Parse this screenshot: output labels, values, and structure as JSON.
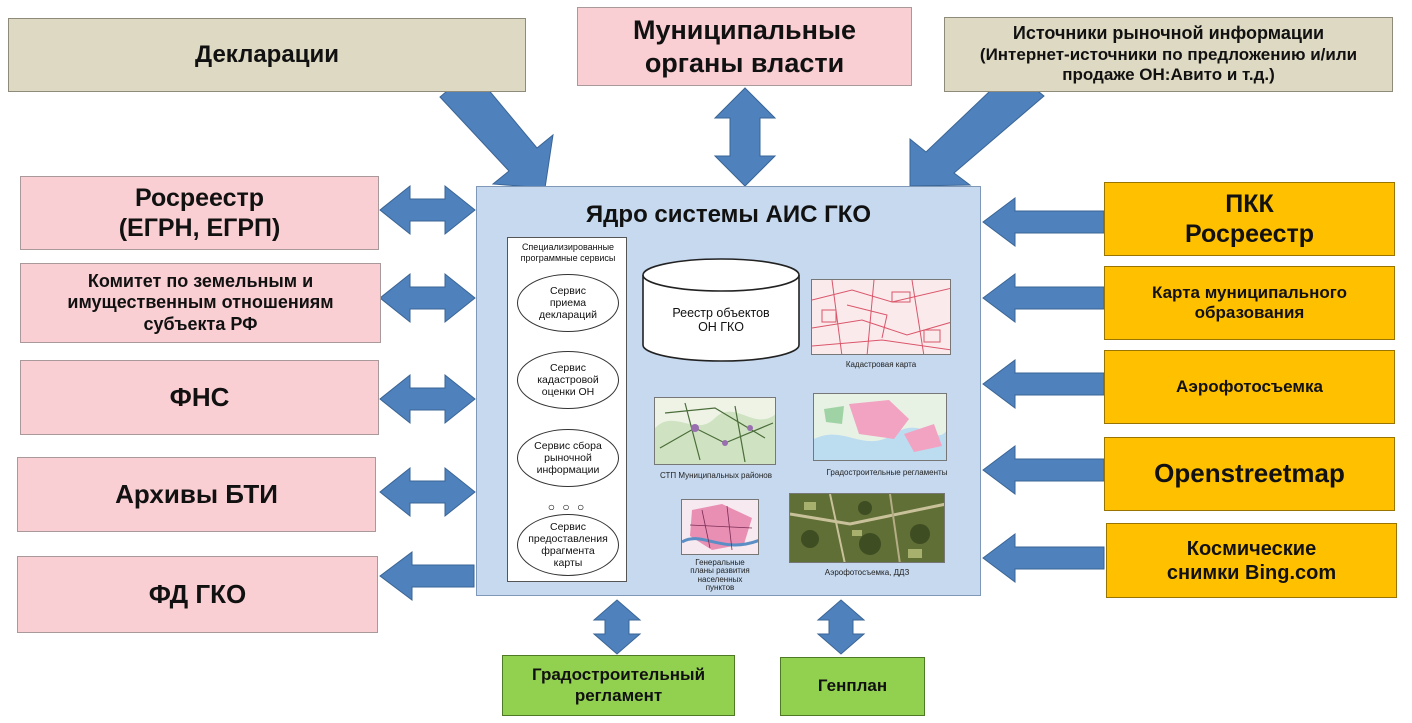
{
  "top": {
    "declarations": "Декларации",
    "municipal": [
      "Муниципальные",
      "органы власти"
    ],
    "market": [
      "Источники рыночной информации",
      "(Интернет-источники по предложению и/или",
      "продаже ОН:Авито и т.д.)"
    ]
  },
  "left": {
    "rosreestr": [
      "Росреестр",
      "(ЕГРН, ЕГРП)"
    ],
    "committee": [
      "Комитет по земельным и",
      "имущественным отношениям",
      "субъекта РФ"
    ],
    "fns": "ФНС",
    "bti": "Архивы БТИ",
    "fdgko": "ФД ГКО"
  },
  "right": {
    "pkk": [
      "ПКК",
      "Росреестр"
    ],
    "municipal_map": [
      "Карта муниципального",
      "образования"
    ],
    "aerial": "Аэрофотосъемка",
    "osm": "Openstreetmap",
    "bing": [
      "Космические",
      "снимки Bing.com"
    ]
  },
  "bottom": {
    "urban_reg": [
      "Градостроительный",
      "регламент"
    ],
    "genplan": "Генплан"
  },
  "core": {
    "title": "Ядро системы АИС ГКО",
    "services_title": [
      "Специализированные",
      "программные сервисы"
    ],
    "services": [
      [
        "Сервис",
        "приема",
        "деклараций"
      ],
      [
        "Сервис",
        "кадастровой",
        "оценки ОН"
      ],
      [
        "Сервис сбора",
        "рыночной",
        "информации"
      ],
      [
        "Сервис",
        "предоставления",
        "фрагмента",
        "карты"
      ]
    ],
    "dots": "○ ○ ○",
    "registry": [
      "Реестр объектов",
      "ОН ГКО"
    ],
    "maps": {
      "cadastral": "Кадастровая карта",
      "stp": "СТП Муниципальных районов",
      "urban": "Градостроительные регламенты",
      "general": [
        "Генеральные",
        "планы развития",
        "населенных",
        "пунктов"
      ],
      "aerial_ddz": "Аэрофотосъемка, ДДЗ"
    }
  },
  "colors": {
    "tan": "#ddd9c3",
    "pink": "#f9cfd3",
    "gold": "#ffc000",
    "green": "#92d050",
    "core": "#c6d9ef",
    "arrow": "#4f81bd"
  }
}
